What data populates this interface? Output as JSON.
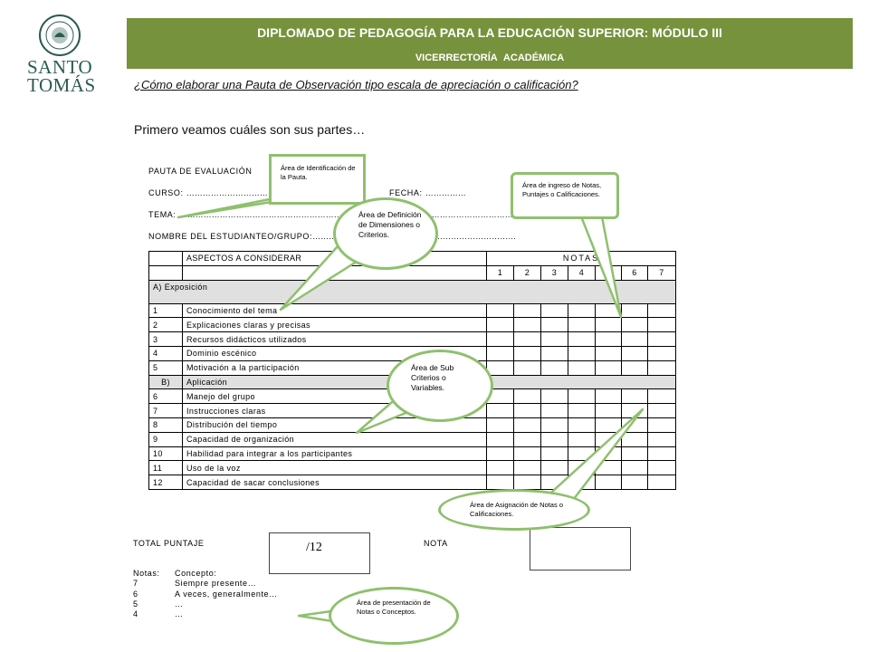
{
  "logo": {
    "line1": "SANTO",
    "line2": "TOMÁS"
  },
  "header": {
    "title": "DIPLOMADO DE PEDAGOGÍA PARA LA EDUCACIÓN SUPERIOR: MÓDULO III",
    "subtitle": "VICERRECTORÍA ACADÉMICA",
    "bg_color": "#76923c"
  },
  "question": "¿Cómo elaborar una Pauta de Observación tipo escala de apreciación o calificación?",
  "intro": "Primero veamos cuáles son sus partes…",
  "form": {
    "title": "PAUTA DE EVALUACIÓN",
    "curso": "CURSO: ",
    "fecha": "FECHA: ",
    "tema": "TEMA: ",
    "nombre": "NOMBRE DEL ESTUDIANTEO/GRUPO:"
  },
  "table": {
    "aspects_header": "ASPECTOS A CONSIDERAR",
    "notas_header": "NOTAS",
    "grades": [
      "1",
      "2",
      "3",
      "4",
      "5",
      "6",
      "7"
    ],
    "sections": [
      {
        "label": "A)  Exposición",
        "rows": [
          {
            "n": "1",
            "text": "Conocimiento del tema"
          },
          {
            "n": "2",
            "text": "Explicaciones claras y precisas"
          },
          {
            "n": "3",
            "text": "Recursos didácticos utilizados"
          },
          {
            "n": "4",
            "text": "Dominio escénico"
          },
          {
            "n": "5",
            "text": "Motivación a la participación"
          }
        ]
      },
      {
        "label_n": "B)",
        "label": "Aplicación",
        "rows": [
          {
            "n": "6",
            "text": "Manejo del grupo"
          },
          {
            "n": "7",
            "text": "Instrucciones claras"
          },
          {
            "n": "8",
            "text": "Distribución del tiempo"
          },
          {
            "n": "9",
            "text": "Capacidad de organización"
          },
          {
            "n": "10",
            "text": "Habilidad para integrar a los participantes"
          },
          {
            "n": "11",
            "text": "Uso de la voz"
          },
          {
            "n": "12",
            "text": "Capacidad de sacar conclusiones"
          }
        ]
      }
    ]
  },
  "totals": {
    "total_label": "TOTAL PUNTAJE",
    "score": "/12",
    "nota_label": "NOTA"
  },
  "legend": {
    "header_k": "Notas:",
    "header_v": "Concepto:",
    "items": [
      {
        "k": "7",
        "v": "Siempre presente…"
      },
      {
        "k": "6",
        "v": "A veces, generalmente…"
      },
      {
        "k": "5",
        "v": "…"
      },
      {
        "k": "4",
        "v": "…"
      }
    ]
  },
  "callouts": {
    "identificacion": "Área de Identificación de la Pauta.",
    "ingreso": "Área de ingreso de Notas, Puntajes o Calificaciones.",
    "criterios": "Área de Definición de Dimensiones o Criterios.",
    "subcriterios": "Área de Sub Criterios o Variables.",
    "asignacion": "Área de Asignación de Notas o Calificaciones.",
    "presentacion": "Área de presentación de Notas o Conceptos."
  },
  "colors": {
    "callout_border": "#8fc06e",
    "section_fill": "#e0e0e0"
  }
}
